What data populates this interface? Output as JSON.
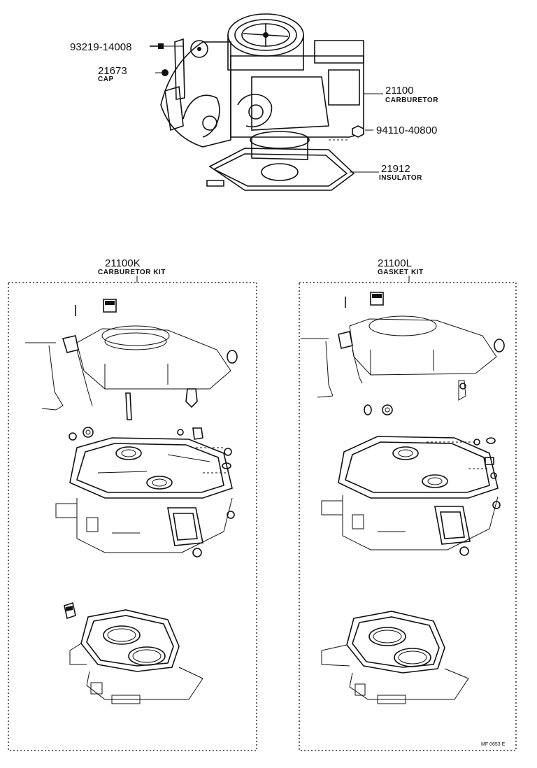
{
  "top_parts": [
    {
      "number": "93219-14008",
      "name": ""
    },
    {
      "number": "21673",
      "name": "CAP"
    },
    {
      "number": "21100",
      "name": "CARBURETOR"
    },
    {
      "number": "94110-40800",
      "name": ""
    },
    {
      "number": "21912",
      "name": "INSULATOR"
    }
  ],
  "kits": [
    {
      "number": "21100K",
      "name": "CARBURETOR KIT"
    },
    {
      "number": "21100L",
      "name": "GASKET KIT"
    }
  ],
  "figure_code": "MF 0653 E"
}
